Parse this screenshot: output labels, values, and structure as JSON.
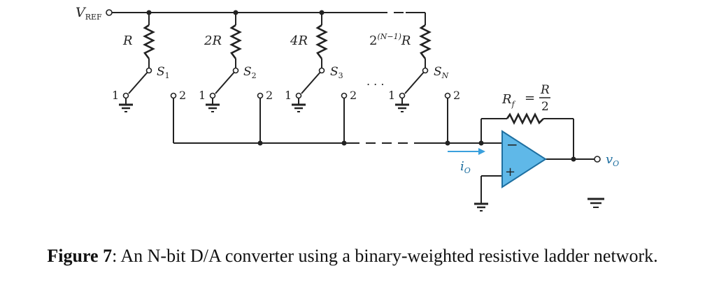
{
  "labels": {
    "vref_main": "V",
    "vref_sub": "REF",
    "r1": "R",
    "r2": "2R",
    "r3": "4R",
    "rn_base": "2",
    "rn_exp": "(N−1)",
    "rn_suffix": "R",
    "s1": "S",
    "s1_sub": "1",
    "s2": "S",
    "s2_sub": "2",
    "s3": "S",
    "s3_sub": "3",
    "sn": "S",
    "sn_sub": "N",
    "pos1": "1",
    "pos2": "2",
    "dots": ". . .",
    "rf_main": "R",
    "rf_sub": "f",
    "rf_eq": "=",
    "rf_num": "R",
    "rf_den": "2",
    "io_main": "i",
    "io_sub": "O",
    "vo_main": "v",
    "vo_sub": "O",
    "minus": "−",
    "plus": "+"
  },
  "caption": {
    "prefix": "Figure 7",
    "text": ": An N-bit D/A converter using a binary-weighted resistive ladder network."
  },
  "colors": {
    "wire": "#222222",
    "opamp_fill": "#5fb8e8",
    "opamp_stroke": "#1e6fa0",
    "arrow": "#3aa0dd",
    "current_label": "#1e6fa0"
  }
}
